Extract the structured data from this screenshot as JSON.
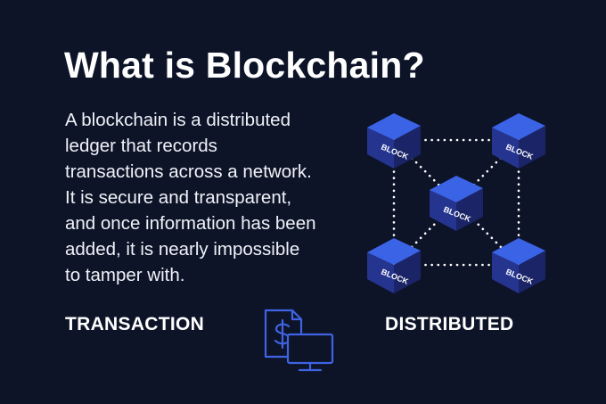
{
  "title": "What is Blockchain?",
  "description_lines": [
    "A blockchain is a distributed",
    "ledger that records",
    "transactions across a network.",
    "It is secure and transparent,",
    "and once information has been",
    "added, it is nearly impossible",
    "to tamper with."
  ],
  "labels": {
    "transaction": "TRANSACTION",
    "distributed": "DISTRIBUTED"
  },
  "network": {
    "block_label": "BLOCK",
    "block_count": 5
  },
  "colors": {
    "background": "#0d1428",
    "text": "#ffffff",
    "block_top": "#3b63e6",
    "block_left": "#25348f",
    "block_right": "#1a2466",
    "icon_stroke": "#3f63e3",
    "connector": "#ffffff"
  },
  "icons": [
    "document-dollar-icon",
    "desktop-monitor-icon",
    "block-cube-icon"
  ]
}
